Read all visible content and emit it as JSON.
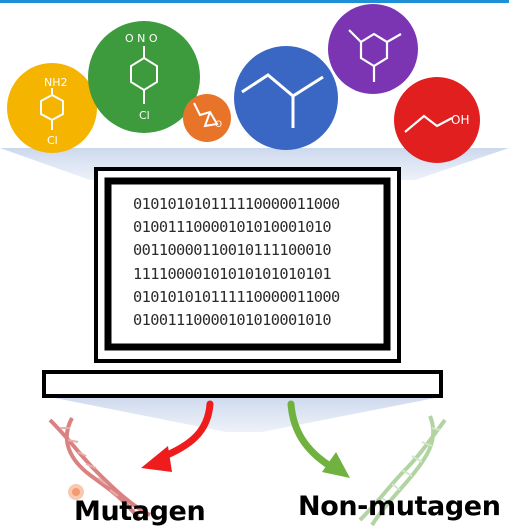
{
  "molecules": {
    "chloroaniline": {
      "substituent_top": "NH2",
      "substituent_bottom": "Cl",
      "color": "#f4b400"
    },
    "nitrochlorobenzene": {
      "substituent_top": "O N O",
      "substituent_bottom": "Cl",
      "color": "#3d9a3d"
    },
    "epoxide": {
      "ring_atom": "O",
      "color": "#e8742a"
    },
    "isobutane": {
      "color": "#3a67c4"
    },
    "mesitylene": {
      "color": "#7b35b3"
    },
    "propanol": {
      "substituent": "OH",
      "color": "#e21f1f"
    }
  },
  "computer": {
    "binary_lines": [
      "010101010111110000011000",
      "010011100001010100010 10",
      "0011000011001011110001 0",
      "111100001010101010101 01",
      "010101010111110000011000",
      "010011100001010100010 10"
    ]
  },
  "outcomes": {
    "mutagen_label": "Mutagen",
    "non_mutagen_label": "Non-mutagen",
    "mutagen_arrow_color": "#ee1c1c",
    "non_mutagen_arrow_color": "#6fb23f"
  }
}
